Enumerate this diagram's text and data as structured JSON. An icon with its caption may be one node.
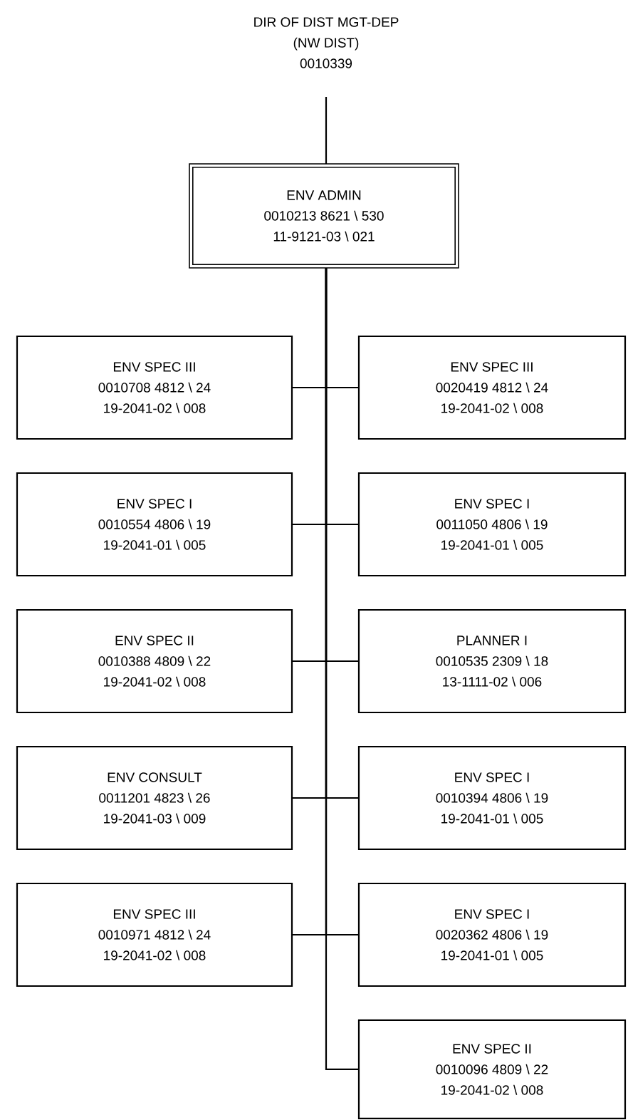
{
  "diagram": {
    "nodes": [
      {
        "text": [
          "DIR OF DIST MGT-DEP",
          "(NW DIST)",
          "0010339"
        ]
      },
      {
        "text": [
          "ENV ADMIN",
          "0010213  8621 \\ 530",
          "11-9121-03 \\ 021"
        ]
      },
      {
        "text": [
          "ENV SPEC III",
          "0010708  4812 \\ 24",
          "19-2041-02 \\ 008"
        ]
      },
      {
        "text": [
          "ENV SPEC III",
          "0020419  4812 \\ 24",
          "19-2041-02 \\ 008"
        ]
      },
      {
        "text": [
          "ENV SPEC I",
          "0010554  4806 \\ 19",
          "19-2041-01 \\ 005"
        ]
      },
      {
        "text": [
          "ENV SPEC I",
          "0011050  4806 \\ 19",
          "19-2041-01 \\ 005"
        ]
      },
      {
        "text": [
          "ENV SPEC II",
          "0010388  4809 \\ 22",
          "19-2041-02 \\ 008"
        ]
      },
      {
        "text": [
          "PLANNER I",
          "0010535  2309 \\ 18",
          "13-1111-02 \\ 006"
        ]
      },
      {
        "text": [
          "ENV CONSULT",
          "0011201  4823 \\ 26",
          "19-2041-03 \\ 009"
        ]
      },
      {
        "text": [
          "ENV SPEC I",
          "0010394  4806 \\ 19",
          "19-2041-01 \\ 005"
        ]
      },
      {
        "text": [
          "ENV SPEC III",
          "0010971  4812 \\ 24",
          "19-2041-02 \\ 008"
        ]
      },
      {
        "text": [
          "ENV SPEC I",
          "0020362  4806 \\ 19",
          "19-2041-01 \\ 005"
        ]
      },
      {
        "text": [
          "ENV SPEC II",
          "0010096  4809 \\ 22",
          "19-2041-02 \\ 008"
        ]
      }
    ],
    "edges": [
      {
        "from": 0,
        "to": 1,
        "arrow": "none"
      },
      {
        "from": 1,
        "to": 2,
        "arrow": "none"
      },
      {
        "from": 1,
        "to": 3,
        "arrow": "none"
      },
      {
        "from": 1,
        "to": 4,
        "arrow": "none"
      },
      {
        "from": 1,
        "to": 5,
        "arrow": "none"
      },
      {
        "from": 1,
        "to": 6,
        "arrow": "none"
      },
      {
        "from": 1,
        "to": 7,
        "arrow": "none"
      },
      {
        "from": 1,
        "to": 8,
        "arrow": "none"
      },
      {
        "from": 1,
        "to": 9,
        "arrow": "none"
      },
      {
        "from": 1,
        "to": 10,
        "arrow": "none"
      },
      {
        "from": 1,
        "to": 11,
        "arrow": "none"
      },
      {
        "from": 1,
        "to": 12,
        "arrow": "none"
      }
    ]
  }
}
